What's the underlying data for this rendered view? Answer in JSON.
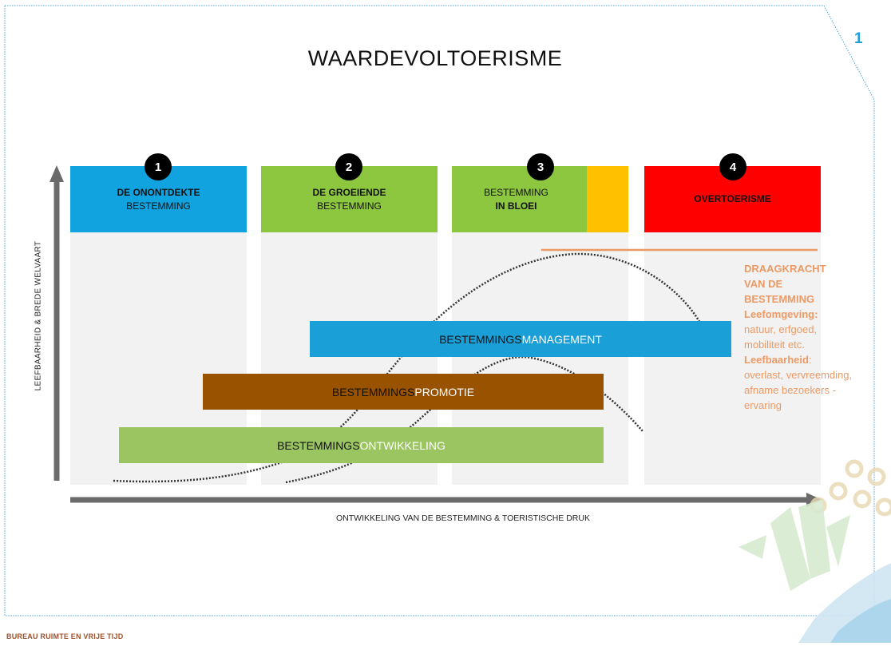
{
  "slide": {
    "title": "WAARDEVOLTOERISME",
    "page_number": "1",
    "footer": "BUREAU RUIMTE EN VRIJE TIJD"
  },
  "axes": {
    "y_label": "LEEFBAARHEID & BREDE WELVAART",
    "x_label": "ONTWIKKELING VAN DE BESTEMMING & TOERISTISCHE DRUK"
  },
  "stages": [
    {
      "number": "1",
      "line1": "DE ONONTDEKTE",
      "line2": "BESTEMMING",
      "color": "#10a3df"
    },
    {
      "number": "2",
      "line1": "DE GROEIENDE",
      "line2": "BESTEMMING",
      "color": "#8dc63f"
    },
    {
      "number": "3",
      "line1": "BESTEMMING",
      "line2": "IN BLOEI",
      "color": "#8dc63f",
      "accent_color": "#ffc000"
    },
    {
      "number": "4",
      "line1": "OVERTOERISME",
      "line2": "",
      "color": "#ff0000"
    }
  ],
  "bars": {
    "management": {
      "prefix": "BESTEMMINGS",
      "suffix": "MANAGEMENT",
      "color": "#1a9fd6"
    },
    "promotie": {
      "prefix": "BESTEMMINGS",
      "suffix": "PROMOTIE",
      "color": "#985200"
    },
    "ontwikkeling": {
      "prefix": "BESTEMMINGS",
      "suffix": "ONTWIKKELING",
      "color": "#9ac560"
    }
  },
  "capacity": {
    "heading": "DRAAGKRACHT VAN DE BESTEMMING",
    "living_env_label": "Leefomgeving:",
    "living_env_text": "natuur, erfgoed, mobiliteit etc.",
    "liveability_label": "Leefbaarheid",
    "liveability_colon": ":",
    "liveability_text": "overlast, vervreemding, afname bezoekers - ervaring",
    "color": "#ec9a65"
  },
  "decoration": {
    "logo_icon": "abstract-swoosh-logo-icon"
  }
}
